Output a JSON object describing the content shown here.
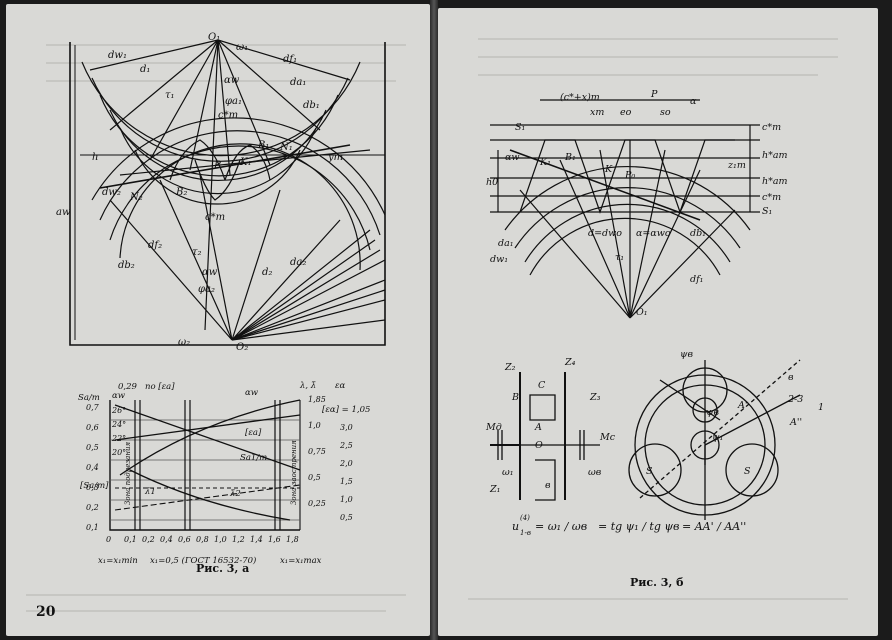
{
  "left_page": {
    "page_number": "20",
    "figure_caption": "Рис. 3, а",
    "top_figure_labels": {
      "o1": "O₁",
      "omega1": "ω₁",
      "dw1": "dw₁",
      "d1": "d₁",
      "df1": "df₁",
      "da1": "da₁",
      "db1": "db₁",
      "tau1": "τ₁",
      "alpha_w": "αw",
      "phi_a1": "φa₁",
      "cm": "c*m",
      "ym": "ym",
      "h": "h",
      "aw": "aw",
      "dw2": "dw₂",
      "n1": "N₁",
      "n2": "N₂",
      "b1": "B₁",
      "b2": "B₂",
      "p": "P",
      "k1": "K₁",
      "cm2": "c*m",
      "d2": "d₂",
      "da2": "da₂",
      "df2": "df₂",
      "db2": "db₂",
      "tau2": "τ₂",
      "alpha_w2": "αw",
      "phi_a2": "φa₂",
      "omega2": "ω₂",
      "o2": "O₂"
    },
    "graph_labels": {
      "sa_m": "Sa/m",
      "alpha_w": "αw",
      "eps_a": "[εa]",
      "no_eps": "по [εa]",
      "val_029": "0,29",
      "lambda": "λ, λ̄",
      "eps_alpha": "εα",
      "eps_limit": "[εα] = 1,05",
      "zone_left": "Зона подрезания",
      "zone_right": "Зона заострения",
      "sa1_m": "Sa1/m",
      "sa_m_bracket": "[Sa/m]",
      "lambda1": "λ̄1",
      "lambda2": "λ̄2",
      "alpha_w_curve": "αw",
      "x1_min": "x₁=x₁min",
      "x1_gost": "x₁=0,5 (ГОСТ 16532-70)",
      "x1_max": "x₁=x₁max"
    },
    "graph_left_ticks": [
      "0,7",
      "0,6",
      "0,5",
      "0,4",
      "0,3",
      "0,2",
      "0,1"
    ],
    "graph_alpha_ticks": [
      "26°",
      "24°",
      "22°",
      "20°"
    ],
    "graph_right_ticks_a": [
      "1,85",
      "1,0",
      "0,75",
      "0,5",
      "0,25"
    ],
    "graph_right_ticks_b": [
      "3,0",
      "2,5",
      "2,0",
      "1,5",
      "1,0",
      "0,5"
    ],
    "graph_x_ticks": [
      "0",
      "0,1",
      "0,2",
      "0,4",
      "0,6",
      "0,8",
      "1,0",
      "1,2",
      "1,4",
      "1,6",
      "1,8"
    ]
  },
  "right_page": {
    "figure_caption": "Рис. 3, б",
    "rack_labels": {
      "p": "P",
      "alpha": "α",
      "s1": "S₁",
      "cm_x_m": "(c*+x)m",
      "xm": "xm",
      "ea": "eo",
      "so": "so",
      "cm_top": "c*m",
      "hm_top": "h*am",
      "hm_bottom": "h*am",
      "cm_bottom": "c*m",
      "s1_bottom": "S₁",
      "alpha_w": "αw",
      "k1": "K₁",
      "h0": "h0",
      "b1": "B₁",
      "p0": "P₀",
      "k": "K",
      "d_dw": "d=dwo",
      "alpha_wo": "α=αwo",
      "db1": "db₁",
      "da1": "da₁",
      "df1": "df₁",
      "dw1": "dw₁",
      "tau1": "τ₁",
      "o1": "O₁",
      "zm": "z₁m"
    },
    "planetary_labels": {
      "z2": "Z₂",
      "z4": "Z₄",
      "c": "C",
      "b": "B",
      "z3": "Z₃",
      "a": "A",
      "o": "O",
      "md": "Мд",
      "mc": "Мс",
      "omega1": "ω₁",
      "omega_b": "ωв",
      "z1": "Z₁",
      "carrier": "в",
      "psi_b_top": "ψв",
      "v": "в",
      "line23": "2-3",
      "one": "1",
      "a_prime": "A'",
      "a_dbl": "A''",
      "psi_b": "ψв",
      "psi1": "ψ₁",
      "s_left": "S",
      "s_right": "S",
      "formula_u": "u",
      "formula_sub": "1-в",
      "formula_sup": "(4)",
      "formula_eq1": "= ω₁ / ωв",
      "formula_eq2": "= tg ψ₁ / tg ψв",
      "formula_eq3": "= AA' / AA''"
    }
  }
}
